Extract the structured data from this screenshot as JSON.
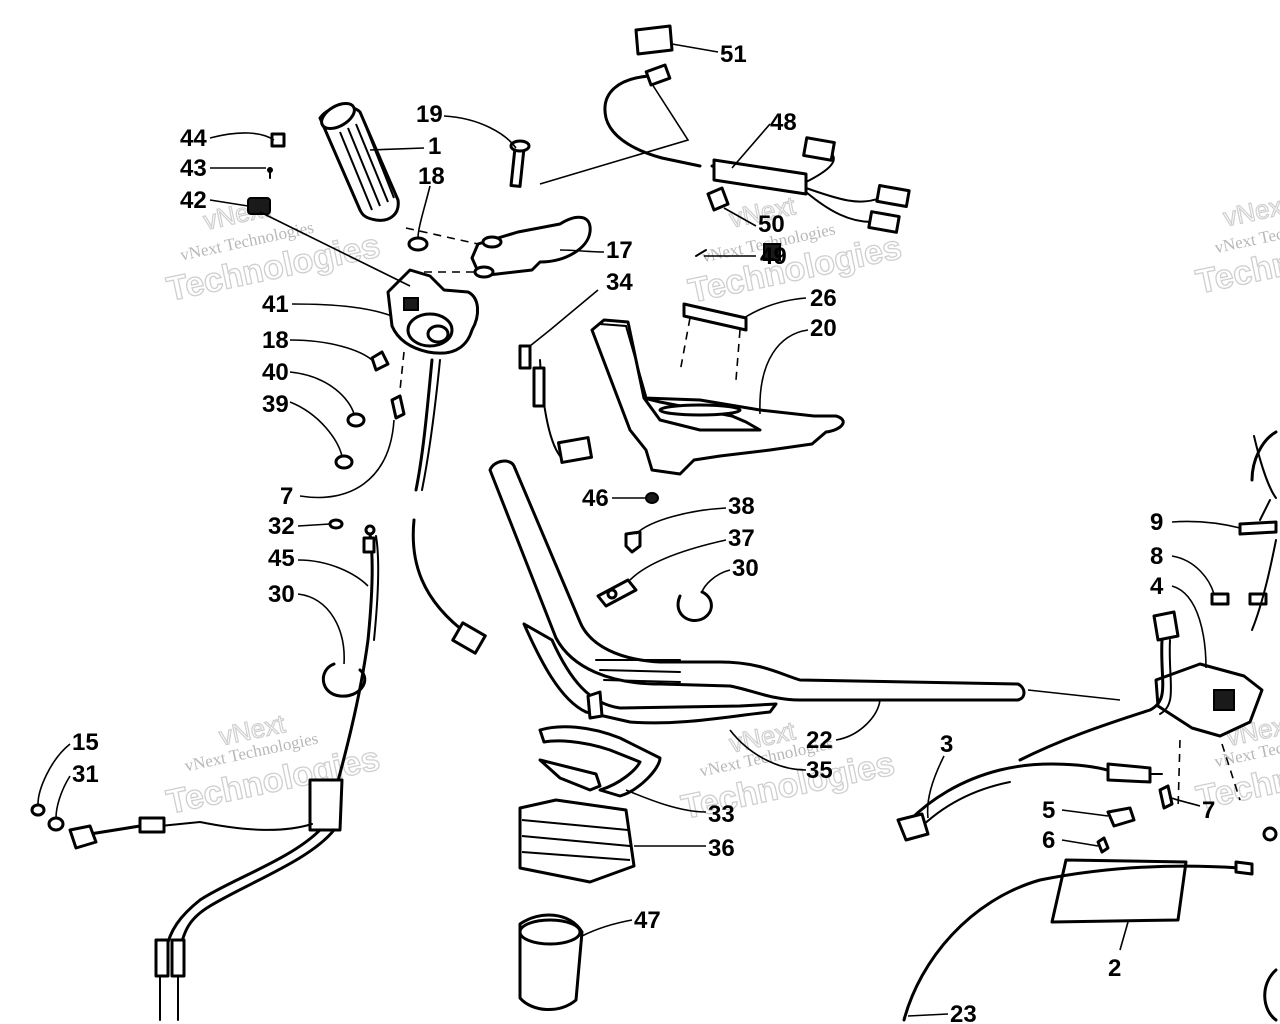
{
  "watermark": {
    "small": "vNext Technologies",
    "large": "Technologies",
    "top": "vNext"
  },
  "callouts": [
    {
      "id": "c51",
      "label": "51"
    },
    {
      "id": "c48",
      "label": "48"
    },
    {
      "id": "c19",
      "label": "19"
    },
    {
      "id": "c1",
      "label": "1"
    },
    {
      "id": "c44",
      "label": "44"
    },
    {
      "id": "c43",
      "label": "43"
    },
    {
      "id": "c42",
      "label": "42"
    },
    {
      "id": "c18a",
      "label": "18"
    },
    {
      "id": "c17",
      "label": "17"
    },
    {
      "id": "c34",
      "label": "34"
    },
    {
      "id": "c50",
      "label": "50"
    },
    {
      "id": "c49",
      "label": "49"
    },
    {
      "id": "c26",
      "label": "26"
    },
    {
      "id": "c20",
      "label": "20"
    },
    {
      "id": "c41",
      "label": "41"
    },
    {
      "id": "c18b",
      "label": "18"
    },
    {
      "id": "c40",
      "label": "40"
    },
    {
      "id": "c39",
      "label": "39"
    },
    {
      "id": "c7a",
      "label": "7"
    },
    {
      "id": "c46",
      "label": "46"
    },
    {
      "id": "c38",
      "label": "38"
    },
    {
      "id": "c37",
      "label": "37"
    },
    {
      "id": "c30a",
      "label": "30"
    },
    {
      "id": "c32",
      "label": "32"
    },
    {
      "id": "c45",
      "label": "45"
    },
    {
      "id": "c30b",
      "label": "30"
    },
    {
      "id": "c9",
      "label": "9"
    },
    {
      "id": "c8",
      "label": "8"
    },
    {
      "id": "c4",
      "label": "4"
    },
    {
      "id": "c22",
      "label": "22"
    },
    {
      "id": "c35",
      "label": "35"
    },
    {
      "id": "c3",
      "label": "3"
    },
    {
      "id": "c15",
      "label": "15"
    },
    {
      "id": "c31",
      "label": "31"
    },
    {
      "id": "c33",
      "label": "33"
    },
    {
      "id": "c36",
      "label": "36"
    },
    {
      "id": "c5",
      "label": "5"
    },
    {
      "id": "c7b",
      "label": "7"
    },
    {
      "id": "c6",
      "label": "6"
    },
    {
      "id": "c47",
      "label": "47"
    },
    {
      "id": "c2",
      "label": "2"
    },
    {
      "id": "c23",
      "label": "23"
    }
  ]
}
